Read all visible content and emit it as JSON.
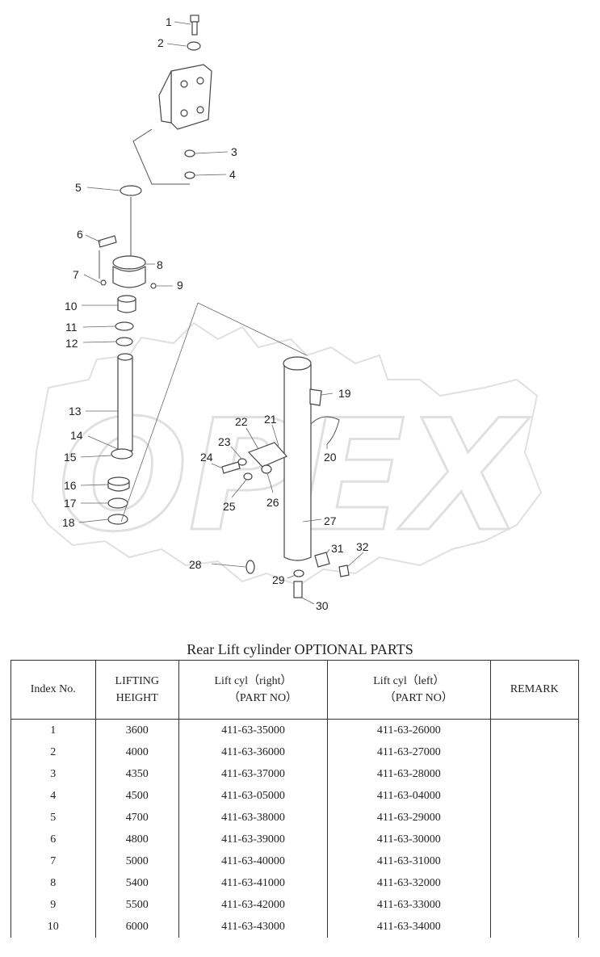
{
  "diagram": {
    "watermark": "OPEX",
    "callouts": [
      "1",
      "2",
      "3",
      "4",
      "5",
      "6",
      "7",
      "8",
      "9",
      "10",
      "11",
      "12",
      "13",
      "14",
      "15",
      "16",
      "17",
      "18",
      "19",
      "20",
      "21",
      "22",
      "23",
      "24",
      "25",
      "26",
      "27",
      "28",
      "29",
      "30",
      "31",
      "32"
    ]
  },
  "table": {
    "title": "Rear Lift cylinder OPTIONAL PARTS",
    "headers": {
      "index": "Index No.",
      "lifting_1": "LIFTING",
      "lifting_2": "HEIGHT",
      "right_1": "Lift cyl（right）",
      "right_2": "（PART NO）",
      "left_1": "Lift cyl（left）",
      "left_2": "（PART NO）",
      "remark": "REMARK"
    },
    "rows": [
      {
        "index": "1",
        "height": "3600",
        "right": "411-63-35000",
        "left": "411-63-26000",
        "remark": ""
      },
      {
        "index": "2",
        "height": "4000",
        "right": "411-63-36000",
        "left": "411-63-27000",
        "remark": ""
      },
      {
        "index": "3",
        "height": "4350",
        "right": "411-63-37000",
        "left": "411-63-28000",
        "remark": ""
      },
      {
        "index": "4",
        "height": "4500",
        "right": "411-63-05000",
        "left": "411-63-04000",
        "remark": ""
      },
      {
        "index": "5",
        "height": "4700",
        "right": "411-63-38000",
        "left": "411-63-29000",
        "remark": ""
      },
      {
        "index": "6",
        "height": "4800",
        "right": "411-63-39000",
        "left": "411-63-30000",
        "remark": ""
      },
      {
        "index": "7",
        "height": "5000",
        "right": "411-63-40000",
        "left": "411-63-31000",
        "remark": ""
      },
      {
        "index": "8",
        "height": "5400",
        "right": "411-63-41000",
        "left": "411-63-32000",
        "remark": ""
      },
      {
        "index": "9",
        "height": "5500",
        "right": "411-63-42000",
        "left": "411-63-33000",
        "remark": ""
      },
      {
        "index": "10",
        "height": "6000",
        "right": "411-63-43000",
        "left": "411-63-34000",
        "remark": ""
      }
    ]
  }
}
